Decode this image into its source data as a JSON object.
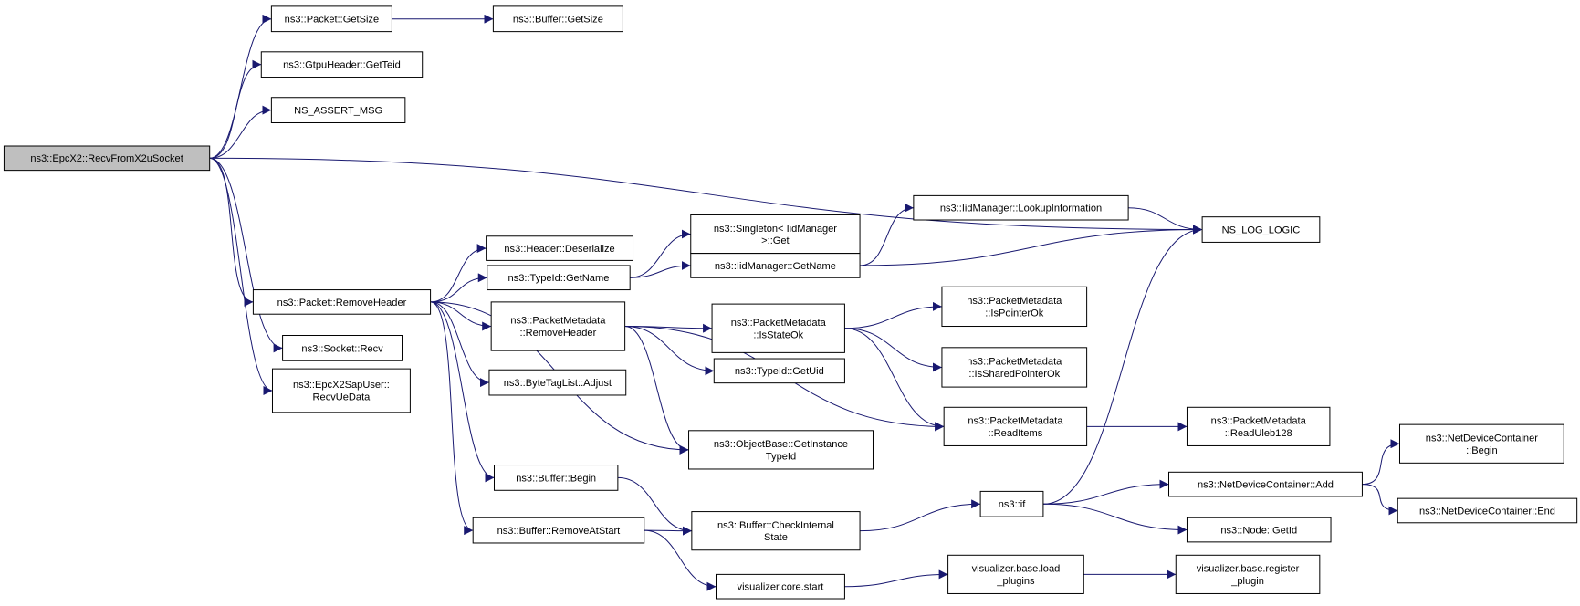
{
  "colors": {
    "edge": "#191970",
    "root_fill": "#bfbfbf",
    "node_fill": "#ffffff"
  },
  "nodes": [
    {
      "id": "main",
      "lines": [
        "ns3::EpcX2::RecvFromX2uSocket"
      ],
      "root": true
    },
    {
      "id": "pkt_getsize",
      "lines": [
        "ns3::Packet::GetSize"
      ]
    },
    {
      "id": "buf_getsize",
      "lines": [
        "ns3::Buffer::GetSize"
      ]
    },
    {
      "id": "gtpu_getteid",
      "lines": [
        "ns3::GtpuHeader::GetTeid"
      ]
    },
    {
      "id": "ns_assert",
      "lines": [
        "NS_ASSERT_MSG"
      ]
    },
    {
      "id": "ns_log",
      "lines": [
        "NS_LOG_LOGIC"
      ]
    },
    {
      "id": "pkt_removeheader",
      "lines": [
        "ns3::Packet::RemoveHeader"
      ]
    },
    {
      "id": "hdr_deser",
      "lines": [
        "ns3::Header::Deserialize"
      ]
    },
    {
      "id": "typeid_getname",
      "lines": [
        "ns3::TypeId::GetName"
      ]
    },
    {
      "id": "singleton_get",
      "lines": [
        "ns3::Singleton< IidManager",
        ">::Get"
      ]
    },
    {
      "id": "iid_lookup",
      "lines": [
        "ns3::IidManager::LookupInformation"
      ]
    },
    {
      "id": "iid_getname",
      "lines": [
        "ns3::IidManager::GetName"
      ]
    },
    {
      "id": "pm_removeheader",
      "lines": [
        "ns3::PacketMetadata",
        "::RemoveHeader"
      ]
    },
    {
      "id": "pm_isstateok",
      "lines": [
        "ns3::PacketMetadata",
        "::IsStateOk"
      ]
    },
    {
      "id": "pm_ispointerok",
      "lines": [
        "ns3::PacketMetadata",
        "::IsPointerOk"
      ]
    },
    {
      "id": "pm_issharedok",
      "lines": [
        "ns3::PacketMetadata",
        "::IsSharedPointerOk"
      ]
    },
    {
      "id": "typeid_getuid",
      "lines": [
        "ns3::TypeId::GetUid"
      ]
    },
    {
      "id": "socket_recv",
      "lines": [
        "ns3::Socket::Recv"
      ]
    },
    {
      "id": "sap_recv",
      "lines": [
        "ns3::EpcX2SapUser::",
        "RecvUeData"
      ]
    },
    {
      "id": "btl_adjust",
      "lines": [
        "ns3::ByteTagList::Adjust"
      ]
    },
    {
      "id": "ob_getinst",
      "lines": [
        "ns3::ObjectBase::GetInstance",
        "TypeId"
      ]
    },
    {
      "id": "pm_readitems",
      "lines": [
        "ns3::PacketMetadata",
        "::ReadItems"
      ]
    },
    {
      "id": "pm_readuleb",
      "lines": [
        "ns3::PacketMetadata",
        "::ReadUleb128"
      ]
    },
    {
      "id": "buf_begin",
      "lines": [
        "ns3::Buffer::Begin"
      ]
    },
    {
      "id": "buf_removeatstart",
      "lines": [
        "ns3::Buffer::RemoveAtStart"
      ]
    },
    {
      "id": "buf_checkinternal",
      "lines": [
        "ns3::Buffer::CheckInternal",
        "State"
      ]
    },
    {
      "id": "ns3_if",
      "lines": [
        "ns3::if"
      ]
    },
    {
      "id": "ndc_add",
      "lines": [
        "ns3::NetDeviceContainer::Add"
      ]
    },
    {
      "id": "ndc_begin",
      "lines": [
        "ns3::NetDeviceContainer",
        "::Begin"
      ]
    },
    {
      "id": "ndc_end",
      "lines": [
        "ns3::NetDeviceContainer::End"
      ]
    },
    {
      "id": "node_getid",
      "lines": [
        "ns3::Node::GetId"
      ]
    },
    {
      "id": "vis_core_start",
      "lines": [
        "visualizer.core.start"
      ]
    },
    {
      "id": "vis_load",
      "lines": [
        "visualizer.base.load",
        "_plugins"
      ]
    },
    {
      "id": "vis_register",
      "lines": [
        "visualizer.base.register",
        "_plugin"
      ]
    }
  ],
  "edges": [
    [
      "main",
      "pkt_getsize"
    ],
    [
      "main",
      "gtpu_getteid"
    ],
    [
      "main",
      "ns_assert"
    ],
    [
      "main",
      "ns_log"
    ],
    [
      "main",
      "pkt_removeheader"
    ],
    [
      "main",
      "socket_recv"
    ],
    [
      "main",
      "sap_recv"
    ],
    [
      "pkt_getsize",
      "buf_getsize"
    ],
    [
      "pkt_removeheader",
      "hdr_deser"
    ],
    [
      "pkt_removeheader",
      "typeid_getname"
    ],
    [
      "pkt_removeheader",
      "pm_removeheader"
    ],
    [
      "pkt_removeheader",
      "btl_adjust"
    ],
    [
      "pkt_removeheader",
      "ob_getinst"
    ],
    [
      "pkt_removeheader",
      "buf_begin"
    ],
    [
      "pkt_removeheader",
      "buf_removeatstart"
    ],
    [
      "typeid_getname",
      "singleton_get"
    ],
    [
      "typeid_getname",
      "iid_getname"
    ],
    [
      "iid_getname",
      "iid_lookup"
    ],
    [
      "iid_getname",
      "ns_log"
    ],
    [
      "iid_lookup",
      "ns_log"
    ],
    [
      "pm_removeheader",
      "pm_isstateok"
    ],
    [
      "pm_removeheader",
      "typeid_getuid"
    ],
    [
      "pm_removeheader",
      "ob_getinst"
    ],
    [
      "pm_removeheader",
      "pm_readitems"
    ],
    [
      "pm_isstateok",
      "pm_ispointerok"
    ],
    [
      "pm_isstateok",
      "pm_issharedok"
    ],
    [
      "pm_isstateok",
      "pm_readitems"
    ],
    [
      "pm_readitems",
      "pm_readuleb"
    ],
    [
      "buf_begin",
      "buf_checkinternal"
    ],
    [
      "buf_removeatstart",
      "buf_checkinternal"
    ],
    [
      "buf_removeatstart",
      "vis_core_start"
    ],
    [
      "buf_checkinternal",
      "ns3_if"
    ],
    [
      "ns3_if",
      "ns_log"
    ],
    [
      "ns3_if",
      "ndc_add"
    ],
    [
      "ns3_if",
      "node_getid"
    ],
    [
      "ndc_add",
      "ndc_begin"
    ],
    [
      "ndc_add",
      "ndc_end"
    ],
    [
      "vis_core_start",
      "vis_load"
    ],
    [
      "vis_load",
      "vis_register"
    ]
  ]
}
